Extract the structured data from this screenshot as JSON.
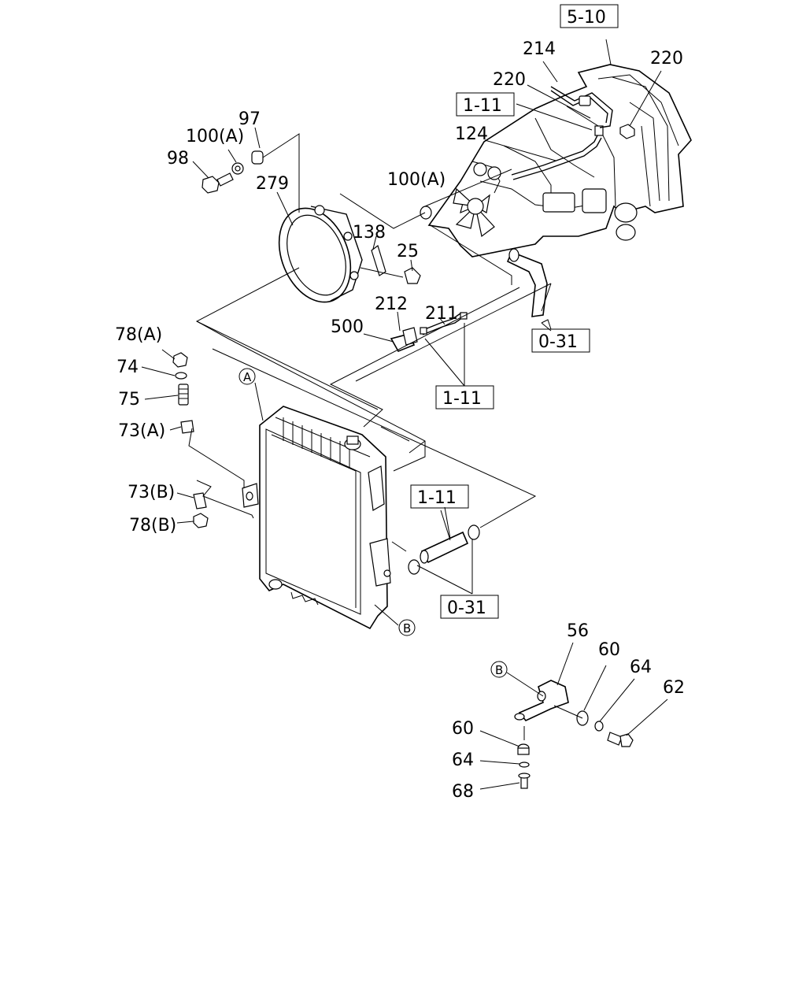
{
  "labels": {
    "p97": "97",
    "p100a_top": "100(A)",
    "p98": "98",
    "p279": "279",
    "p100a_mid": "100(A)",
    "p138": "138",
    "p25": "25",
    "p124": "124",
    "p214": "214",
    "p220_left": "220",
    "p220_right": "220",
    "p212": "212",
    "p211": "211",
    "p500": "500",
    "p78a": "78(A)",
    "p74": "74",
    "p75": "75",
    "p73a": "73(A)",
    "p73b": "73(B)",
    "p78b": "78(B)",
    "p56": "56",
    "p60_top": "60",
    "p64_top": "64",
    "p62": "62",
    "p60_bot": "60",
    "p64_bot": "64",
    "p68": "68"
  },
  "refs": {
    "r510": "5-10",
    "r111_top": "1-11",
    "r031_mid": "0-31",
    "r111_mid": "1-11",
    "r111_low": "1-11",
    "r031_low": "0-31"
  },
  "callouts": {
    "a_radiator": "A",
    "b_radiator": "B",
    "b_bracket": "B"
  }
}
